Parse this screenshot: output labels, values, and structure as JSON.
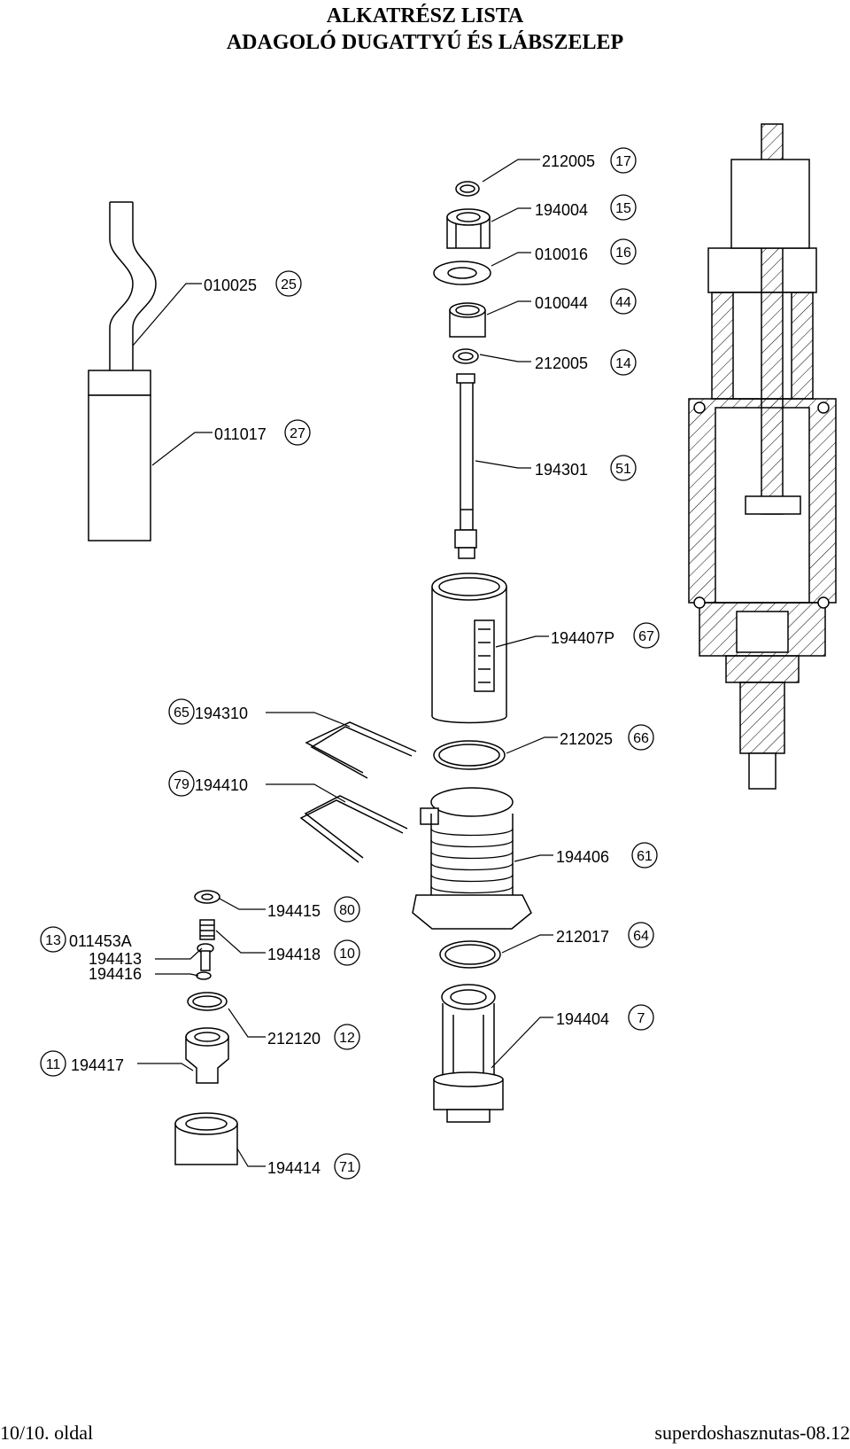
{
  "title": {
    "line1": "ALKATRÉSZ LISTA",
    "line2": "ADAGOLÓ DUGATTYÚ ÉS LÁBSZELEP"
  },
  "callouts": [
    {
      "part": "212005",
      "num": "17"
    },
    {
      "part": "194004",
      "num": "15"
    },
    {
      "part": "010016",
      "num": "16"
    },
    {
      "part": "010044",
      "num": "44"
    },
    {
      "part": "212005",
      "num": "14"
    },
    {
      "part": "194301",
      "num": "51"
    },
    {
      "part": "194407P",
      "num": "67"
    },
    {
      "part": "212025",
      "num": "66"
    },
    {
      "part": "194406",
      "num": "61"
    },
    {
      "part": "212017",
      "num": "64"
    },
    {
      "part": "194404",
      "num": "7"
    },
    {
      "part": "010025",
      "num": "25"
    },
    {
      "part": "011017",
      "num": "27"
    },
    {
      "part": "194310",
      "num": "65"
    },
    {
      "part": "194410",
      "num": "79"
    },
    {
      "part": "194415",
      "num": "80"
    },
    {
      "part": "194418",
      "num": "10"
    },
    {
      "part": "011453A",
      "num": "13"
    },
    {
      "part": "194413",
      "num": ""
    },
    {
      "part": "194416",
      "num": ""
    },
    {
      "part": "212120",
      "num": "12"
    },
    {
      "part": "194417",
      "num": "11"
    },
    {
      "part": "194414",
      "num": "71"
    }
  ],
  "footer": {
    "left": "10/10. oldal",
    "right": "superdoshasznutas-08.12"
  }
}
